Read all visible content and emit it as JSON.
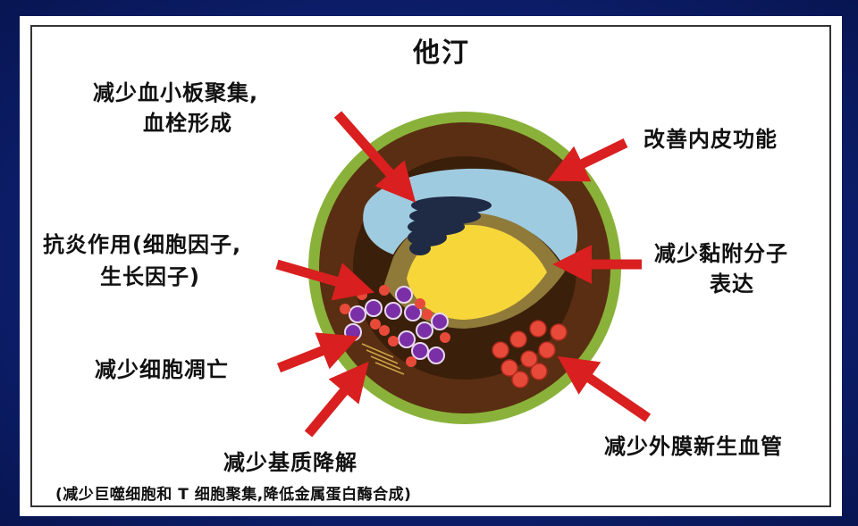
{
  "title": "他汀",
  "labels": {
    "platelet_line1": "减少血小板聚集,",
    "platelet_line2": "血栓形成",
    "endothelium": "改善内皮功能",
    "anti_inflam_line1": "抗炎作用(细胞因子,",
    "anti_inflam_line2": "生长因子)",
    "adhesion_line1": "减少黏附分子",
    "adhesion_line2": "表达",
    "apoptosis": "减少细胞凋亡",
    "matrix": "减少基质降解",
    "matrix_sub": "(减少巨噬细胞和 T 细胞聚集,降低金属蛋白酶合成)",
    "angiogenesis": "减少外膜新生血管"
  },
  "colors": {
    "adventitia": "#8ab23a",
    "media": "#5a2e12",
    "intima_edge": "#3a1f0a",
    "lumen": "#9fcbe0",
    "lipid_core": "#f7d63a",
    "thrombus": "#1f2a44",
    "arrow": "#d91f1f",
    "macrophage": "#7a2fa6",
    "red_cell": "#e84a3a"
  }
}
